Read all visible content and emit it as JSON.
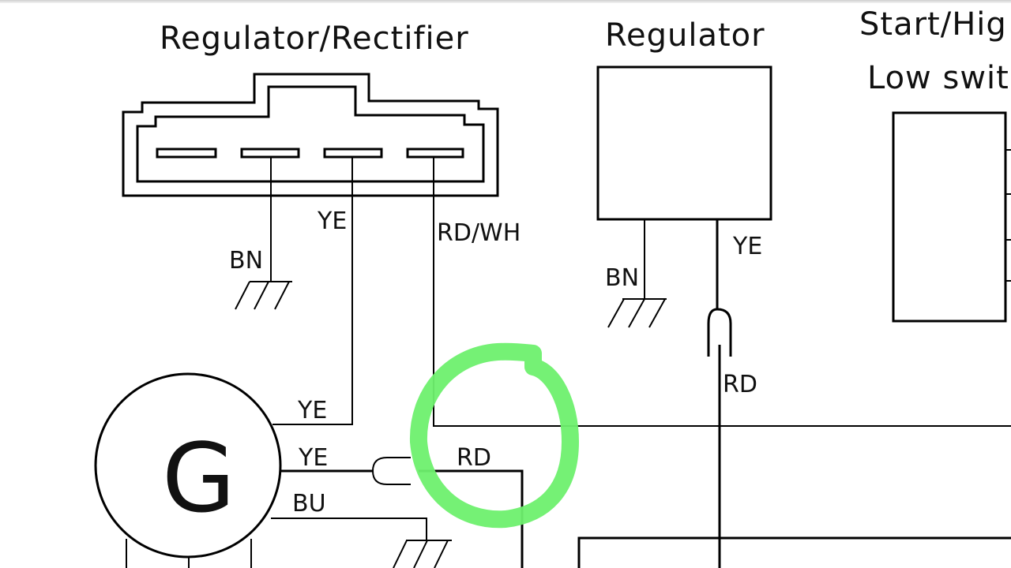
{
  "diagram": {
    "type": "wiring-schematic",
    "components": {
      "regulator_rectifier": {
        "title": "Regulator/Rectifier",
        "pins": 4
      },
      "regulator": {
        "title": "Regulator"
      },
      "start_switch": {
        "title_line1": "Start/Hig",
        "title_line2": "Low switc"
      },
      "generator": {
        "symbol": "G"
      }
    },
    "wire_labels": {
      "rr_ground": "BN",
      "rr_yellow": "YE",
      "rr_red_white": "RD/WH",
      "reg_ground": "BN",
      "reg_yellow": "YE",
      "reg_red": "RD",
      "gen_yellow_top": "YE",
      "gen_yellow_mid": "YE",
      "gen_blue": "BU",
      "connector_red": "RD"
    },
    "annotation": {
      "type": "hand-drawn-circle",
      "color": "#6ef06e",
      "highlights": "RD/WH to RD junction"
    }
  }
}
